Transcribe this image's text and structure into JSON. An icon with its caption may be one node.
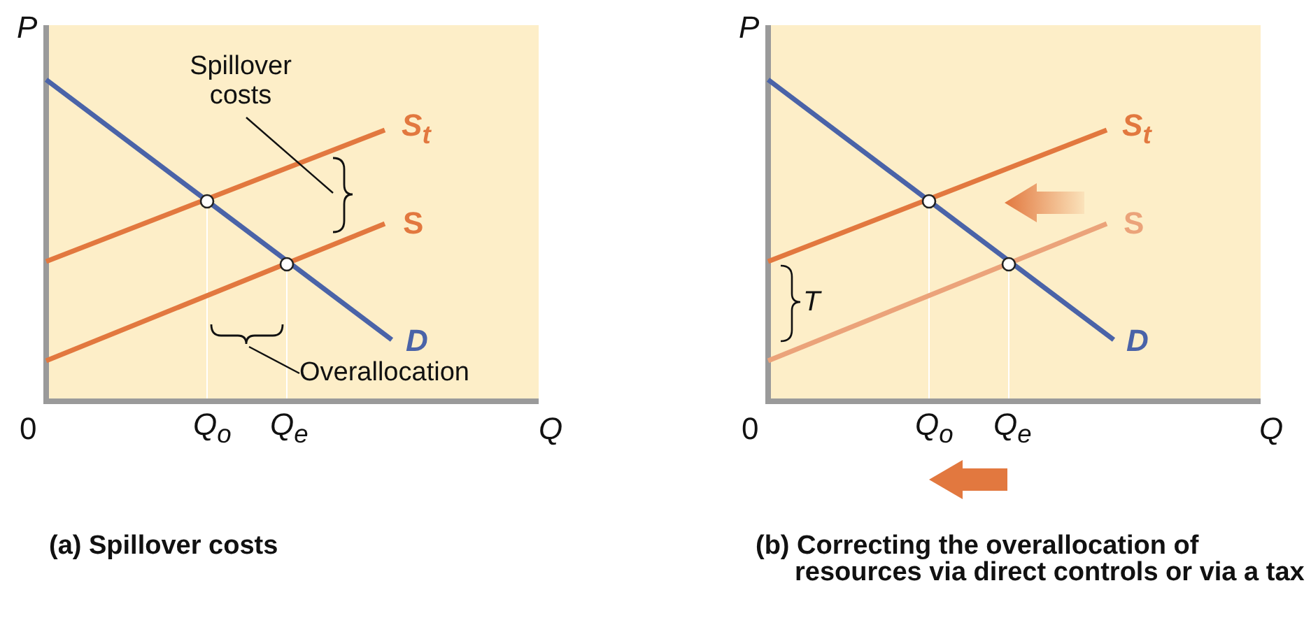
{
  "diagram": {
    "nodes": [
      {
        "text": [
          "Spillover costs"
        ]
      },
      {
        "text": [],
        "shape": "bracket"
      },
      {
        "text": [],
        "shape": "bracket"
      },
      {
        "text": [
          "Overallocation"
        ]
      }
    ],
    "edges": [
      {
        "from": 0,
        "to": 1,
        "arrow": "none"
      },
      {
        "from": 3,
        "to": 2,
        "arrow": "none"
      }
    ],
    "labels": [
      "P",
      "S$_{t}$",
      "S",
      "D",
      "0",
      "Q$_{o}$",
      "Q$_{e}$",
      "Q",
      "(a) Spillover costs",
      "P",
      "S$_{t}$",
      "S",
      "T",
      "D",
      "0",
      "Q$_{o}$",
      "Q$_{e}$",
      "Q",
      "(b) Correcting the overallocation of resources via direct controls or via a tax"
    ]
  }
}
